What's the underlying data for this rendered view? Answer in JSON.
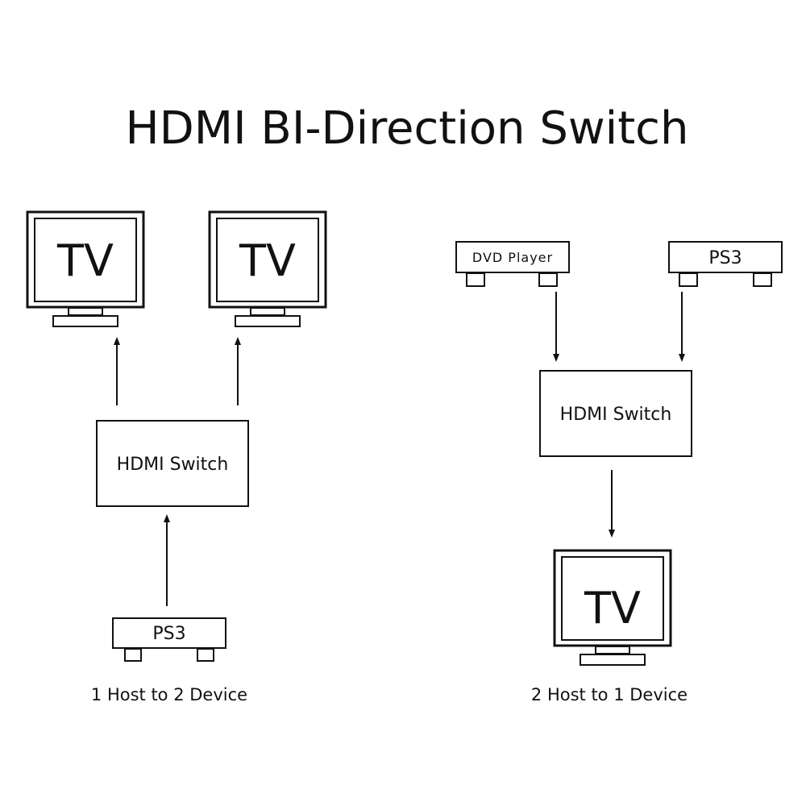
{
  "title": "HDMI BI-Direction Switch",
  "left": {
    "caption": "1 Host to 2 Device",
    "tv_a_label": "TV",
    "tv_b_label": "TV",
    "switch_label": "HDMI Switch",
    "source_label": "PS3"
  },
  "right": {
    "caption": "2 Host to 1 Device",
    "source_a_label": "DVD  Player",
    "source_b_label": "PS3",
    "switch_label": "HDMI Switch",
    "tv_label": "TV"
  },
  "colors": {
    "line": "#111111",
    "background": "#ffffff"
  }
}
